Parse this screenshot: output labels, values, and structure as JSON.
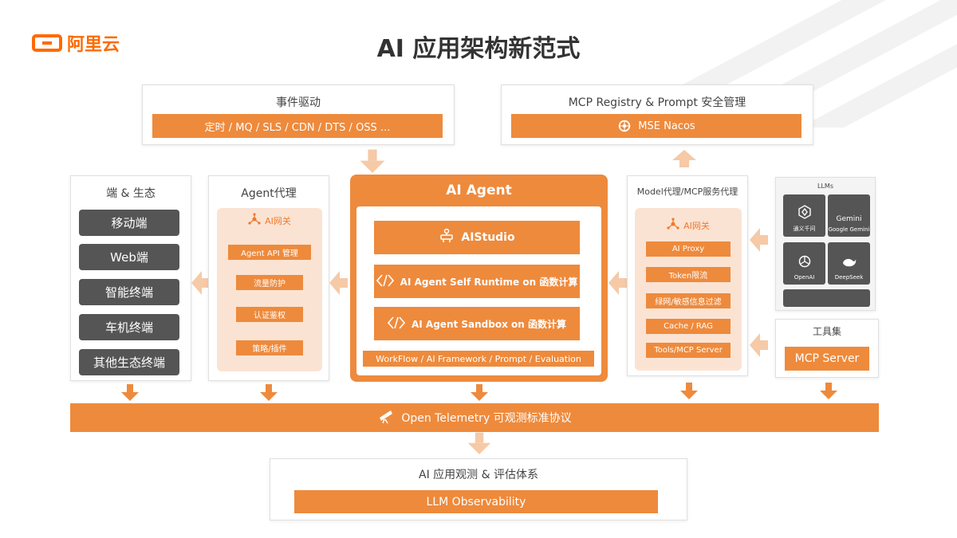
{
  "brand": {
    "name": "阿里云",
    "color": "#ff6a00"
  },
  "title": "AI 应用架构新范式",
  "event": {
    "title": "事件驱动",
    "bar": "定时 / MQ / SLS / CDN / DTS / OSS ..."
  },
  "registry": {
    "title": "MCP Registry & Prompt 安全管理",
    "bar": "MSE Nacos",
    "icon": "nacos-icon"
  },
  "ecosystem": {
    "title": "端 & 生态",
    "items": [
      "移动端",
      "Web端",
      "智能终端",
      "车机终端",
      "其他生态终端"
    ]
  },
  "agent_proxy": {
    "title": "Agent代理",
    "gateway": "AI网关",
    "items": [
      "Agent API 管理",
      "流量防护",
      "认证鉴权",
      "策略/插件"
    ]
  },
  "ai_agent": {
    "title": "AI Agent",
    "studio": "AIStudio",
    "runtime": "AI Agent Self Runtime on 函数计算",
    "sandbox": "AI Agent Sandbox on 函数计算",
    "footer": "WorkFlow / AI Framework / Prompt / Evaluation"
  },
  "model_proxy": {
    "title": "Model代理/MCP服务代理",
    "gateway": "AI网关",
    "items": [
      "AI Proxy",
      "Token限流",
      "绿网/敏感信息过滤",
      "Cache / RAG",
      "Tools/MCP Server"
    ]
  },
  "llms": {
    "title": "LLMs",
    "tiles": [
      "通义千问",
      "Google Gemini",
      "OpenAI",
      "DeepSeek"
    ],
    "tile_top_text": "Gemini"
  },
  "toolset": {
    "title": "工具集",
    "button": "MCP Server"
  },
  "telemetry": "Open Telemetry 可观测标准协议",
  "observability": {
    "title": "AI 应用观测 & 评估体系",
    "bar": "LLM Observability"
  },
  "colors": {
    "accent": "#ee8a3c",
    "dark_tile": "#555555",
    "panel": "#fbe3d3",
    "soft_arrow": "#f6c9a7"
  }
}
